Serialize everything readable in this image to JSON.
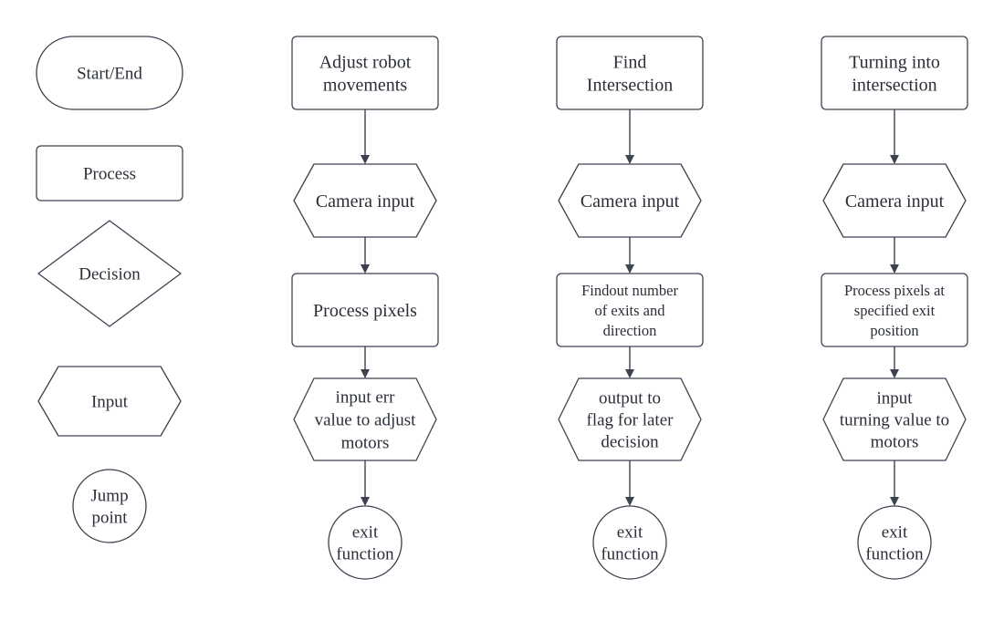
{
  "colors": {
    "stroke": "#3d4250",
    "text": "#2b2f3a",
    "fill": "#ffffff",
    "background": "#ffffff"
  },
  "legend": [
    {
      "shape": "terminator",
      "lines": [
        "Start/End"
      ]
    },
    {
      "shape": "process",
      "lines": [
        "Process"
      ]
    },
    {
      "shape": "decision",
      "lines": [
        "Decision"
      ]
    },
    {
      "shape": "input",
      "lines": [
        "Input"
      ]
    },
    {
      "shape": "connector",
      "lines": [
        "Jump",
        "point"
      ]
    }
  ],
  "flows": [
    {
      "name": "adjust-robot-movements",
      "steps": [
        {
          "shape": "process",
          "lines": [
            "Adjust robot",
            "movements"
          ]
        },
        {
          "shape": "input",
          "lines": [
            "Camera input"
          ]
        },
        {
          "shape": "process",
          "lines": [
            "Process pixels"
          ]
        },
        {
          "shape": "input",
          "lines": [
            "input err",
            "value to adjust",
            "motors"
          ]
        },
        {
          "shape": "connector",
          "lines": [
            "exit",
            "function"
          ]
        }
      ]
    },
    {
      "name": "find-intersection",
      "steps": [
        {
          "shape": "process",
          "lines": [
            "Find",
            "Intersection"
          ]
        },
        {
          "shape": "input",
          "lines": [
            "Camera input"
          ]
        },
        {
          "shape": "process",
          "lines": [
            "Findout number",
            "of exits and",
            "direction"
          ]
        },
        {
          "shape": "input",
          "lines": [
            "output to",
            "flag for later",
            "decision"
          ]
        },
        {
          "shape": "connector",
          "lines": [
            "exit",
            "function"
          ]
        }
      ]
    },
    {
      "name": "turning-into-intersection",
      "steps": [
        {
          "shape": "process",
          "lines": [
            "Turning into",
            "intersection"
          ]
        },
        {
          "shape": "input",
          "lines": [
            "Camera input"
          ]
        },
        {
          "shape": "process",
          "lines": [
            "Process pixels at",
            "specified exit",
            "position"
          ]
        },
        {
          "shape": "input",
          "lines": [
            "input",
            "turning value to",
            "motors"
          ]
        },
        {
          "shape": "connector",
          "lines": [
            "exit",
            "function"
          ]
        }
      ]
    }
  ]
}
